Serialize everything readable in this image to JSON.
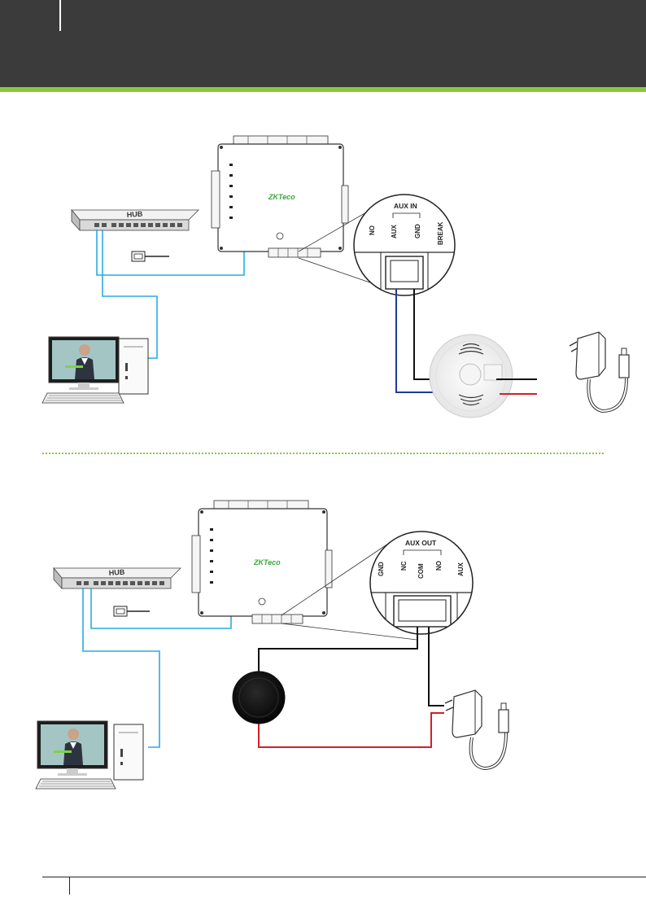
{
  "diagram_1": {
    "hub_label": "HUB",
    "controller_logo": "ZKTeco",
    "terminal_group": "AUX IN",
    "terminals": [
      "NO",
      "AUX",
      "GND",
      "BREAK"
    ]
  },
  "diagram_2": {
    "hub_label": "HUB",
    "controller_logo": "ZKTeco",
    "terminal_group": "AUX OUT",
    "terminals": [
      "GND",
      "NC",
      "COM",
      "NO",
      "AUX"
    ]
  },
  "colors": {
    "header": "#3b3b3b",
    "accent_green": "#8cc63f",
    "network_cable": "#29abe2",
    "wire_blue": "#1f3a9e",
    "wire_red": "#d0212a",
    "wire_black": "#111111"
  },
  "icons": [
    "network-hub-icon",
    "rj45-plug-icon",
    "desktop-computer-icon",
    "access-controller-icon",
    "smoke-detector-icon",
    "power-adapter-icon",
    "exit-button-icon"
  ]
}
